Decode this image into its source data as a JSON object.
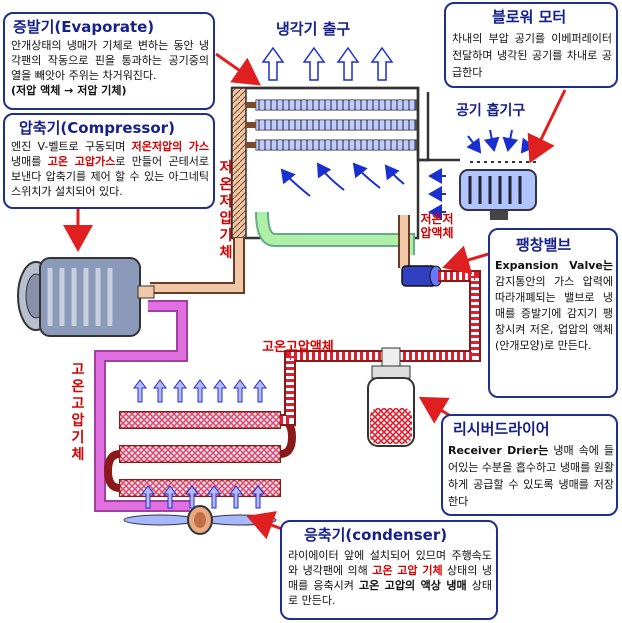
{
  "labels": {
    "outlet": "냉각기 출구",
    "intake": "공기 흡기구",
    "low_temp_low_pressure_gas": "저온저압기체",
    "low_temp_low_pressure_liquid": "저온저압액체",
    "high_temp_high_pressure_gas": "고온고압기체",
    "high_temp_high_pressure_liquid": "고온고압액체"
  },
  "evaporator": {
    "title": "증발기(Evaporate)",
    "text": "안개상태의 냉매가 기체로 변하는 동안 냉각팬의 작동으로 핀을 통과하는 공기중의 열을 빼앗아 주위는 차거워진다.",
    "formula": "(저압 액체 → 저압 기체)"
  },
  "compressor": {
    "title": "압축기(Compressor)",
    "text_1": "엔진 V-벨트로 구동되며 ",
    "highlight_1": "저온저압의 가스",
    "text_2": " 냉매를 ",
    "highlight_2": "고온 고압가스",
    "text_3": "로 만들어 곤테서로 보낸다 압축기를 제어 할 수 있는 아그네틱 스위치가 설치되어 있다."
  },
  "blower": {
    "title": "블로워 모터",
    "text": "차내의 부압 공기를 이베퍼레이터 전달하며 냉각된 공기를 차내로 공급한다"
  },
  "expansion": {
    "title": "팽창밸브",
    "lead": "Expansion Valve는",
    "text": " 감지통안의 가스 압력에 따라개폐되는 밸브로 냉매를 증발기에 감지기 팽창시켜 저온, 업압의 액체(안개모양)로 만든다."
  },
  "receiver": {
    "title": "리시버드라이어",
    "lead": "Receiver Drier는",
    "text": " 냉매 속에 들어있는 수분을 흡수하고 냉매를 원활하게 공급할 수 있도록 냉매를 저장한다"
  },
  "condenser": {
    "title": "응축기(condenser)",
    "text_1": "라이에이터 앞에 설치되어 있므며 주행속도와 냉각팬에 의해 ",
    "highlight_1": "고온 고압 기체",
    "text_2": " 상태의 냉매를 응축시켜 ",
    "highlight_2": "고온 고압의 액상 냉매",
    "text_3": " 상태로 만든다."
  },
  "colors": {
    "accent_blue": "#15208a",
    "hot_pink": "#e070e0",
    "hot_red": "#dd2030",
    "low_pressure_pipe": "#f0c8a8",
    "pipe_outline": "#6b3b23",
    "fresh_air": "#b8b8ff"
  }
}
